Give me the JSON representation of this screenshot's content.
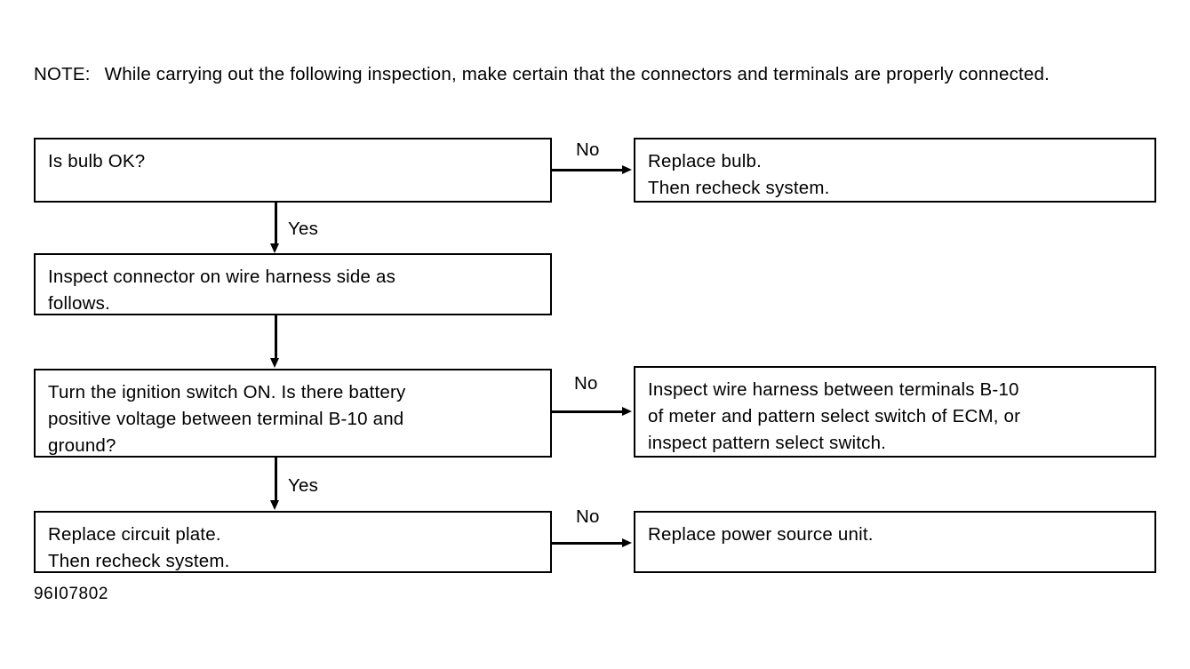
{
  "note": {
    "label": "NOTE:",
    "text": "While carrying out the following inspection, make certain that the connectors and terminals are properly connected."
  },
  "flowchart": {
    "boxes": [
      {
        "id": "bulb-ok",
        "lines": [
          "Is bulb OK?"
        ]
      },
      {
        "id": "replace-bulb",
        "lines": [
          "Replace bulb.",
          "Then recheck system."
        ]
      },
      {
        "id": "inspect-connector",
        "lines": [
          "Inspect connector on wire harness side as",
          "follows."
        ]
      },
      {
        "id": "ignition-switch",
        "lines": [
          "Turn the ignition switch ON. Is there battery",
          "positive voltage between terminal B-10 and",
          "ground?"
        ]
      },
      {
        "id": "inspect-harness",
        "lines": [
          "Inspect wire harness between terminals B-10",
          "of meter and pattern select switch of ECM, or",
          "inspect pattern select switch."
        ]
      },
      {
        "id": "replace-circuit-plate",
        "lines": [
          "Replace circuit plate.",
          "Then recheck system."
        ]
      },
      {
        "id": "replace-power-source",
        "lines": [
          "Replace power source unit."
        ]
      }
    ],
    "branch_labels": {
      "no_1": "No",
      "no_3": "No",
      "no_4": "No",
      "yes_1": "Yes",
      "yes_3": "Yes"
    }
  },
  "figure_id": "96I07802",
  "colors": {
    "ink": "#000000",
    "paper": "#ffffff"
  }
}
